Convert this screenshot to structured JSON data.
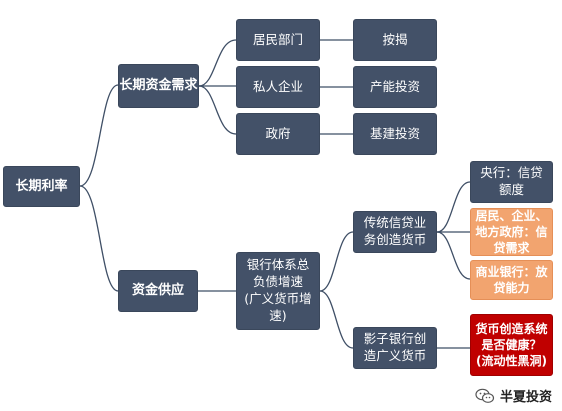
{
  "nodes": {
    "root": "长期利率",
    "demand": "长期资金需求",
    "supply": "资金供应",
    "residents": "居民部门",
    "private_firms": "私人企业",
    "government": "政府",
    "mortgage": "按揭",
    "capacity_invest": "产能投资",
    "infra_invest": "基建投资",
    "bank_debt": "银行体系总负债增速",
    "bank_debt_sub": "(广义货币增速)",
    "traditional_credit": "传统信贷业务创造货币",
    "shadow_bank": "影子银行创造广义货币",
    "central_bank": "央行：信贷额度",
    "credit_demand": "居民、企业、地方政府：信贷需求",
    "lending_capacity": "商业银行：放贷能力",
    "monetary_health": "货币创造系统是否健康？",
    "liquidity_hole": "(流动性黑洞)"
  },
  "watermark": {
    "text": "半夏投资",
    "icon": "wechat-icon"
  },
  "colors": {
    "navy": "#435168",
    "orange": "#f2a46f",
    "red": "#c00000",
    "connector": "#3f4f66"
  }
}
